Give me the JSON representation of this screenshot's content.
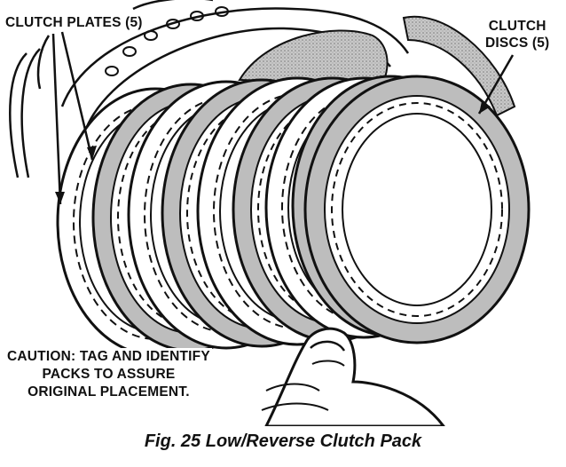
{
  "labels": {
    "clutch_plates": "CLUTCH PLATES (5)",
    "clutch_discs_line1": "CLUTCH",
    "clutch_discs_line2": "DISCS (5)",
    "caution_line1": "CAUTION: TAG AND IDENTIFY",
    "caution_line2": "PACKS TO ASSURE",
    "caution_line3": "ORIGINAL PLACEMENT."
  },
  "caption": "Fig. 25 Low/Reverse Clutch Pack",
  "colors": {
    "ink": "#111111",
    "friction_fill": "#bdbdbd",
    "background": "#ffffff"
  },
  "icons": {
    "plate": "toothed-ring",
    "disc": "friction-ring",
    "hand": "thumb-holding-pack"
  }
}
